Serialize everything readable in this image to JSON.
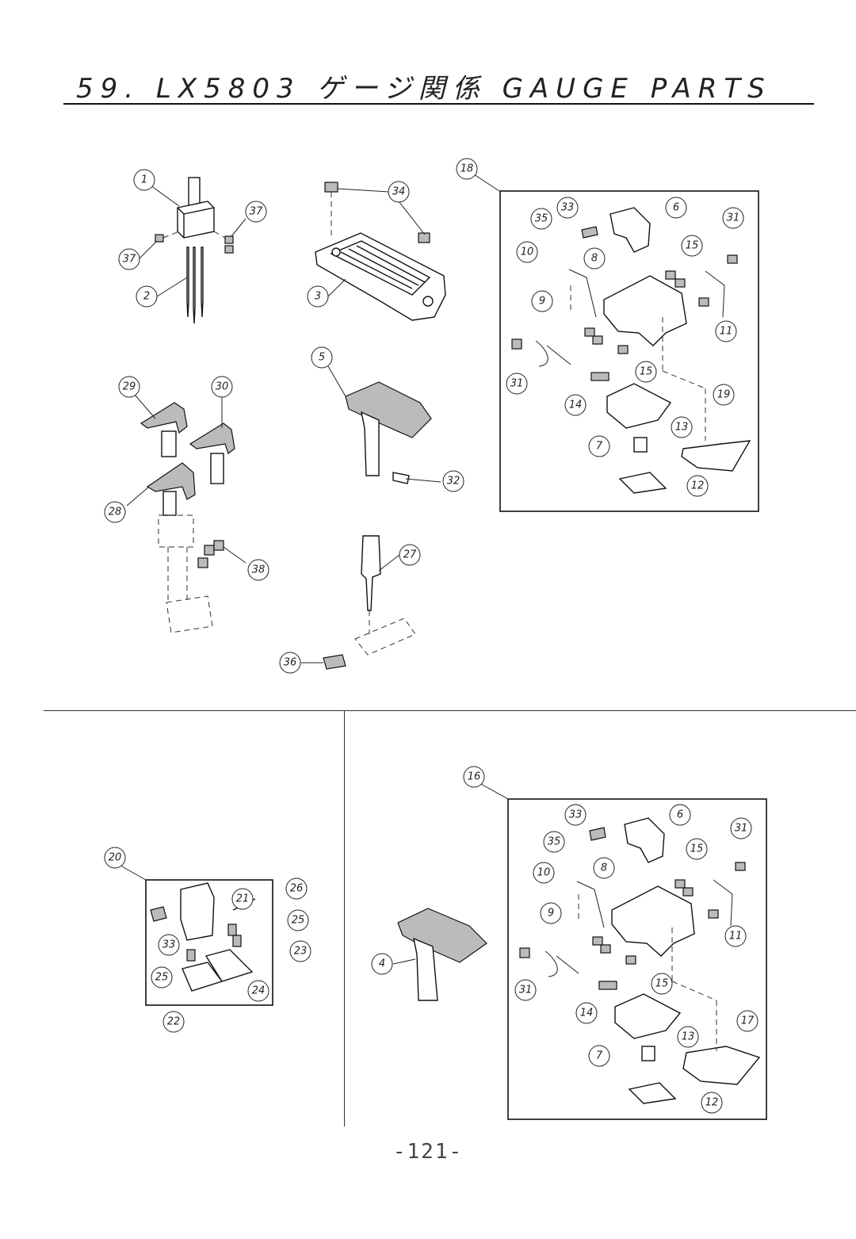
{
  "header": {
    "title": "59. LX5803 ゲージ関係 GAUGE PARTS"
  },
  "footer": {
    "page_number": "-121-"
  },
  "callouts": [
    "1",
    "2",
    "37",
    "37",
    "34",
    "3",
    "18",
    "33",
    "6",
    "35",
    "31",
    "10",
    "8",
    "15",
    "9",
    "11",
    "31",
    "15",
    "14",
    "19",
    "7",
    "13",
    "12",
    "29",
    "30",
    "5",
    "28",
    "32",
    "38",
    "27",
    "36",
    "20",
    "26",
    "21",
    "25",
    "33",
    "23",
    "25",
    "24",
    "22",
    "16",
    "33",
    "6",
    "35",
    "15",
    "31",
    "10",
    "8",
    "9",
    "11",
    "31",
    "15",
    "14",
    "17",
    "7",
    "13",
    "12",
    "4"
  ]
}
